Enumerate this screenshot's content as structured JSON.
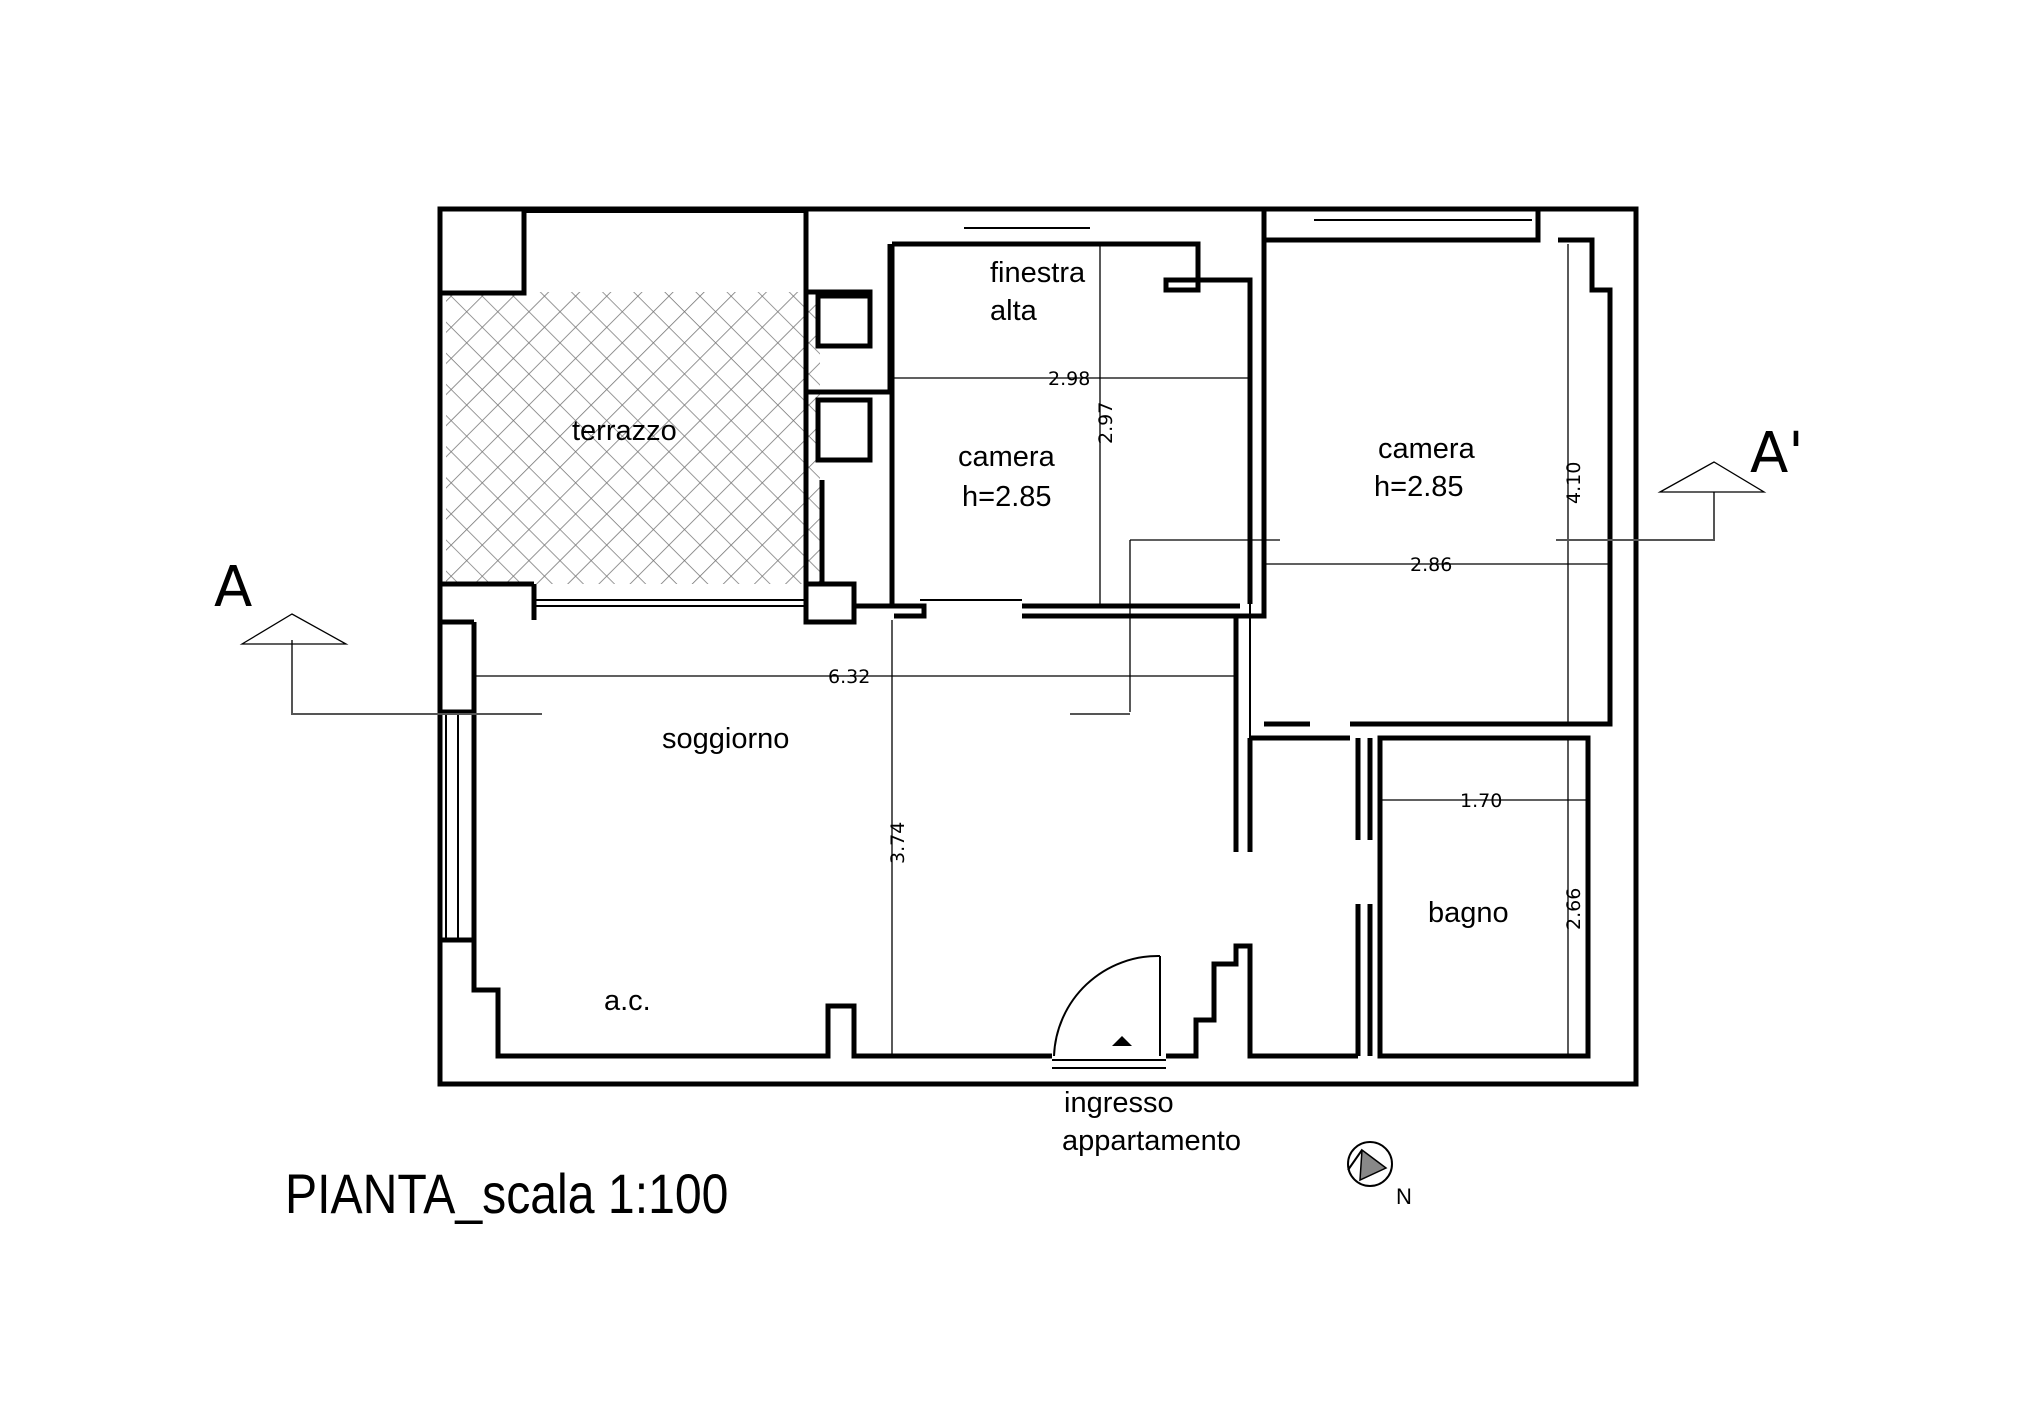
{
  "rooms": {
    "terrace": "terrazzo",
    "bedroom_1": "camera",
    "bedroom_1_height": "h=2.85",
    "bedroom_2": "camera",
    "bedroom_2_height": "h=2.85",
    "window_note_1": "finestra",
    "window_note_2": "alta",
    "living": "soggiorno",
    "ac_note": "a.c.",
    "bathroom": "bagno",
    "entrance_1": "ingresso",
    "entrance_2": "appartamento"
  },
  "dimensions": {
    "bedroom_1_width": "2.98",
    "bedroom_1_depth": "2.97",
    "bedroom_2_width": "2.86",
    "bedroom_2_depth": "4.10",
    "living_width": "6.32",
    "living_depth": "3.74",
    "bathroom_width": "1.70",
    "bathroom_depth": "2.66"
  },
  "section_marks": {
    "left": "A",
    "right": "A'"
  },
  "north_label": "N",
  "title": "PIANTA_scala 1:100"
}
